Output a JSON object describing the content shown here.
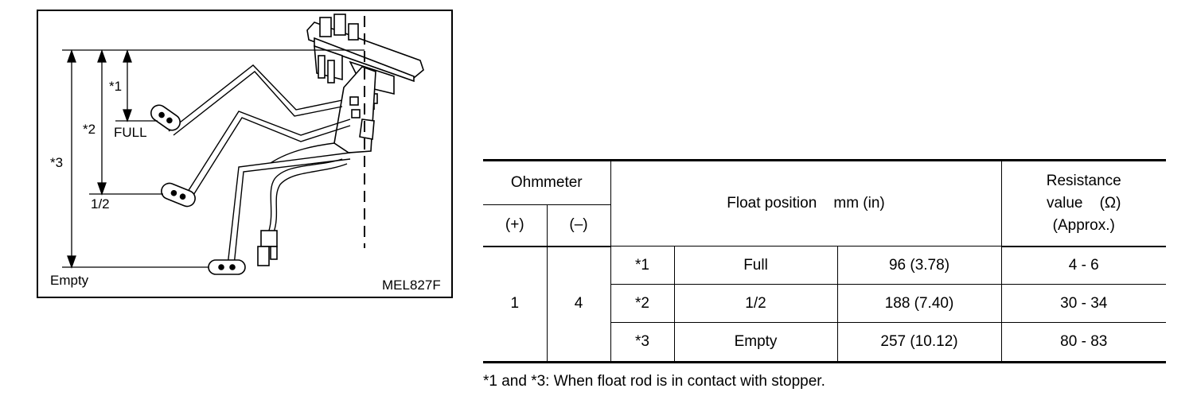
{
  "figure": {
    "code": "MEL827F",
    "dim_labels": {
      "d1": "*1",
      "d2": "*2",
      "d3": "*3"
    },
    "level_labels": {
      "full": "FULL",
      "half": "1/2",
      "empty": "Empty"
    }
  },
  "table": {
    "header": {
      "ohmmeter": "Ohmmeter",
      "plus": "(+)",
      "minus": "(–)",
      "float_position": "Float position    mm (in)",
      "resistance_line1": "Resistance",
      "resistance_line2": "value    (Ω)",
      "resistance_line3": "(Approx.)"
    },
    "terminal_plus": "1",
    "terminal_minus": "4",
    "rows": [
      {
        "mark": "*1",
        "position": "Full",
        "value": "96 (3.78)",
        "resistance": "4 - 6"
      },
      {
        "mark": "*2",
        "position": "1/2",
        "value": "188 (7.40)",
        "resistance": "30 - 34"
      },
      {
        "mark": "*3",
        "position": "Empty",
        "value": "257 (10.12)",
        "resistance": "80 - 83"
      }
    ]
  },
  "footnote": "*1 and *3: When float rod is in contact with stopper."
}
